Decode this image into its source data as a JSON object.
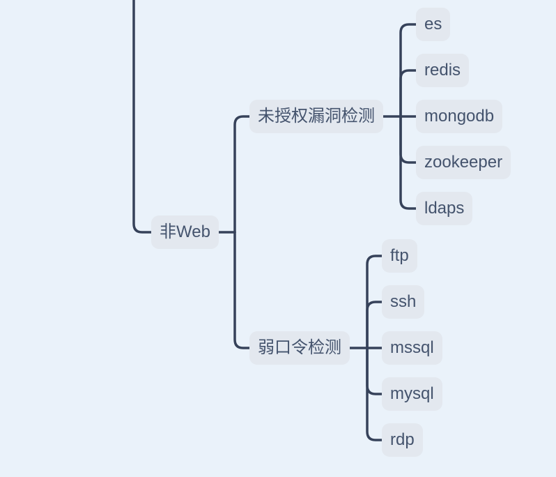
{
  "canvas": {
    "background_color": "#eaf2fa",
    "node_fill_color": "#e3e8ef",
    "node_text_color": "#44536d",
    "connector_color": "#36425a"
  },
  "mindmap": {
    "root": {
      "label": "非Web"
    },
    "branches": [
      {
        "label": "未授权漏洞检测",
        "children": [
          {
            "label": "es"
          },
          {
            "label": "redis"
          },
          {
            "label": "mongodb"
          },
          {
            "label": "zookeeper"
          },
          {
            "label": "ldaps"
          }
        ]
      },
      {
        "label": "弱口令检测",
        "children": [
          {
            "label": "ftp"
          },
          {
            "label": "ssh"
          },
          {
            "label": "mssql"
          },
          {
            "label": "mysql"
          },
          {
            "label": "rdp"
          }
        ]
      }
    ]
  }
}
